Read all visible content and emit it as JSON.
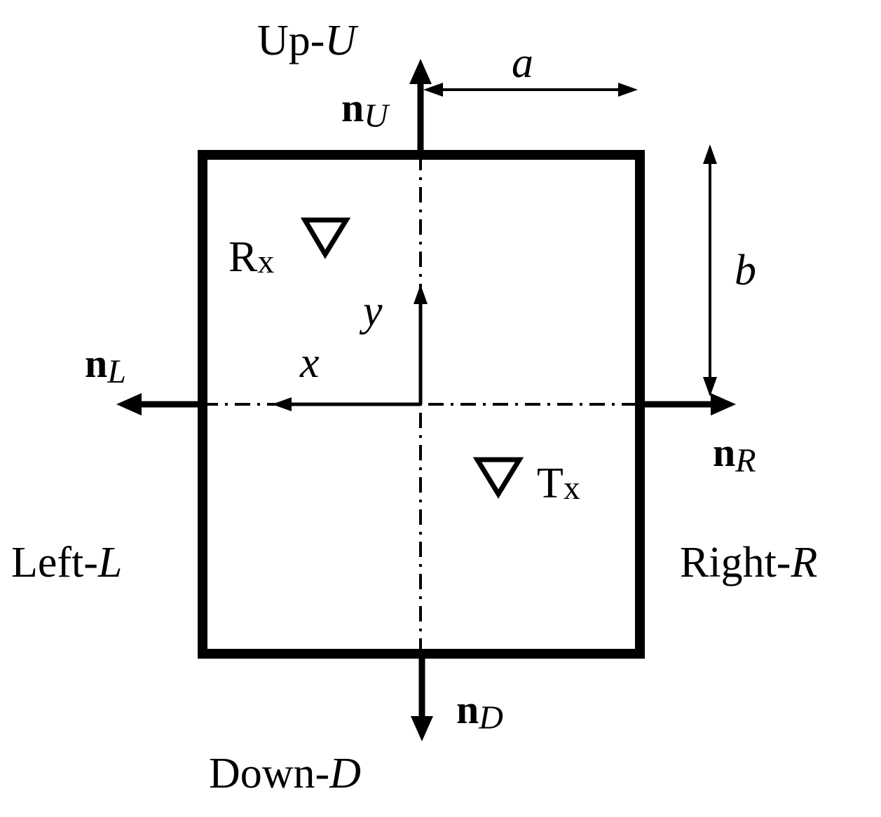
{
  "colors": {
    "stroke": "#000000",
    "background": "#ffffff"
  },
  "labels": {
    "up": {
      "word": "Up-",
      "letter": "U"
    },
    "down": {
      "word": "Down-",
      "letter": "D"
    },
    "left": {
      "word": "Left-",
      "letter": "L"
    },
    "right": {
      "word": "Right-",
      "letter": "R"
    },
    "normal_base": "n",
    "normal_up_sub": "U",
    "normal_down_sub": "D",
    "normal_left_sub": "L",
    "normal_right_sub": "R",
    "dim_a": "a",
    "dim_b": "b",
    "axis_x": "x",
    "axis_y": "y",
    "receiver": {
      "base": "R",
      "sub": "x"
    },
    "transmitter": {
      "base": "T",
      "sub": "x"
    }
  }
}
